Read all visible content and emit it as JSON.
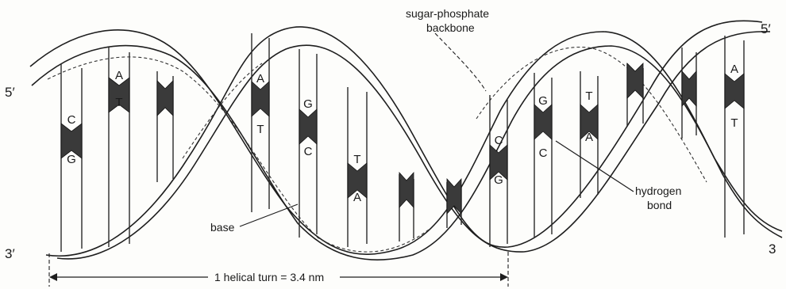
{
  "diagram": {
    "labels": {
      "backbone_line1": "sugar-phosphate",
      "backbone_line2": "backbone",
      "hydrogen_line1": "hydrogen",
      "hydrogen_line2": "bond",
      "base": "base",
      "turn": "1 helical turn = 3.4 nm"
    },
    "ends": {
      "top_left": "5′",
      "bottom_left": "3′",
      "top_right": "5′",
      "bottom_right": "3"
    },
    "pairs": [
      {
        "top": "C",
        "bottom": "G"
      },
      {
        "top": "A",
        "bottom": "T"
      },
      {
        "top": "",
        "bottom": ""
      },
      {
        "top": "A",
        "bottom": "T"
      },
      {
        "top": "G",
        "bottom": "C"
      },
      {
        "top": "T",
        "bottom": "A"
      },
      {
        "top": "",
        "bottom": ""
      },
      {
        "top": "",
        "bottom": ""
      },
      {
        "top": "C",
        "bottom": "G"
      },
      {
        "top": "G",
        "bottom": "C"
      },
      {
        "top": "T",
        "bottom": "A"
      },
      {
        "top": "",
        "bottom": ""
      },
      {
        "top": "",
        "bottom": ""
      },
      {
        "top": "A",
        "bottom": "T"
      }
    ]
  }
}
